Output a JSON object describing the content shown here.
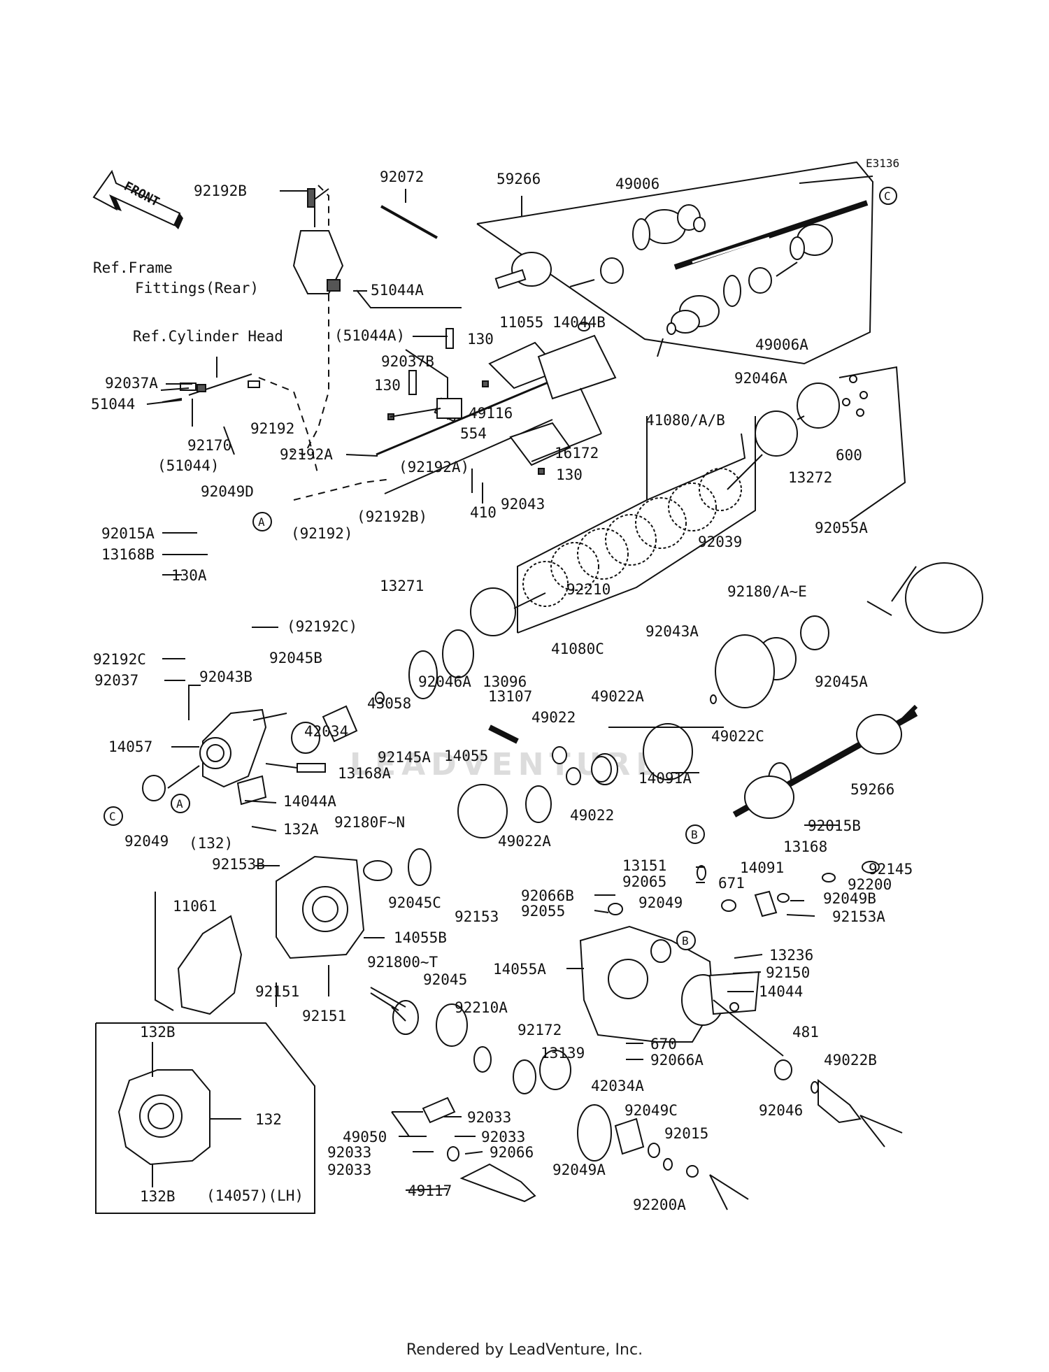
{
  "diagram_id": "E3136",
  "direction_label": "FRONT",
  "refs": {
    "frame_line1": "Ref.Frame",
    "frame_line2": "Fittings(Rear)",
    "cylinder_head": "Ref.Cylinder Head"
  },
  "callouts": {
    "a": "A",
    "b": "B",
    "c": "C"
  },
  "inset_caption": "(14057)(LH)",
  "footer": "Rendered by LeadVenture, Inc.",
  "watermark": "LEADVENTURE",
  "labels": {
    "p92192B": "92192B",
    "p92072": "92072",
    "p59266a": "59266",
    "p49006": "49006",
    "p51044A": "51044A",
    "p51044Ap": "(51044A)",
    "p130a": "130",
    "p11055": "11055",
    "p14044B": "14044B",
    "p49006A": "49006A",
    "p92037B": "92037B",
    "p92037A": "92037A",
    "p51044": "51044",
    "p130b": "130",
    "p49116": "49116",
    "p92192": "92192",
    "p92170": "92170",
    "p51044p": "(51044)",
    "p92192A": "92192A",
    "p554": "554",
    "p16172": "16172",
    "p92046A_top": "92046A",
    "p41080": "41080/A/B",
    "p600": "600",
    "p13272": "13272",
    "p92049D": "92049D",
    "p92192Ap": "(92192A)",
    "p130c": "130",
    "p410": "410",
    "p92043": "92043",
    "p92192p": "(92192)",
    "p92192Bp": "(92192B)",
    "p92039": "92039",
    "p92015A": "92015A",
    "p13168B": "13168B",
    "p130A": "130A",
    "p92055A": "92055A",
    "p13271": "13271",
    "p92210": "92210",
    "p92180AE": "92180/A~E",
    "p92192Cp": "(92192C)",
    "p41080C": "41080C",
    "p92043A": "92043A",
    "p92192C": "92192C",
    "p92045B": "92045B",
    "p92046A_mid": "92046A",
    "p13096": "13096",
    "p92045A": "92045A",
    "p92037": "92037",
    "p92043B": "92043B",
    "p42034": "42034",
    "p43058": "43058",
    "p13107": "13107",
    "p49022A_top": "49022A",
    "p49022a": "49022",
    "p14057": "14057",
    "p92145A": "92145A",
    "p14055": "14055",
    "p49022C": "49022C",
    "p13168A": "13168A",
    "p14091A": "14091A",
    "p59266b": "59266",
    "p14044A": "14044A",
    "p49022b": "49022",
    "p132p": "(132)",
    "p132A": "132A",
    "p92049": "92049",
    "p49022A_bot": "49022A",
    "p92180FN": "92180F~N",
    "p92015B": "92015B",
    "p92153B": "92153B",
    "p13168": "13168",
    "p92145": "92145",
    "p13151": "13151",
    "p14091": "14091",
    "p92065": "92065",
    "p671": "671",
    "p92200": "92200",
    "p11061": "11061",
    "p92045C": "92045C",
    "p92066B": "92066B",
    "p92049B": "92049B",
    "p92055": "92055",
    "p92153": "92153",
    "p92049_mid": "92049",
    "p92153A": "92153A",
    "p14055B": "14055B",
    "p14055A": "14055A",
    "p921800T": "921800~T",
    "p13236": "13236",
    "p92150": "92150",
    "p92045": "92045",
    "p92151a": "92151",
    "p14044": "14044",
    "p92151b": "92151",
    "p92210A": "92210A",
    "p92172": "92172",
    "p670": "670",
    "p132B_top": "132B",
    "p13139": "13139",
    "p92066A": "92066A",
    "p481": "481",
    "p49022B": "49022B",
    "p42034A": "42034A",
    "p132": "132",
    "p92046": "92046",
    "p92033a": "92033",
    "p92049C": "92049C",
    "p49050": "49050",
    "p92033b": "92033",
    "p92015": "92015",
    "p92033c": "92033",
    "p92066": "92066",
    "p92033d": "92033",
    "p92049A": "92049A",
    "p132B_bot": "132B",
    "p49117": "49117",
    "p92200A": "92200A"
  }
}
